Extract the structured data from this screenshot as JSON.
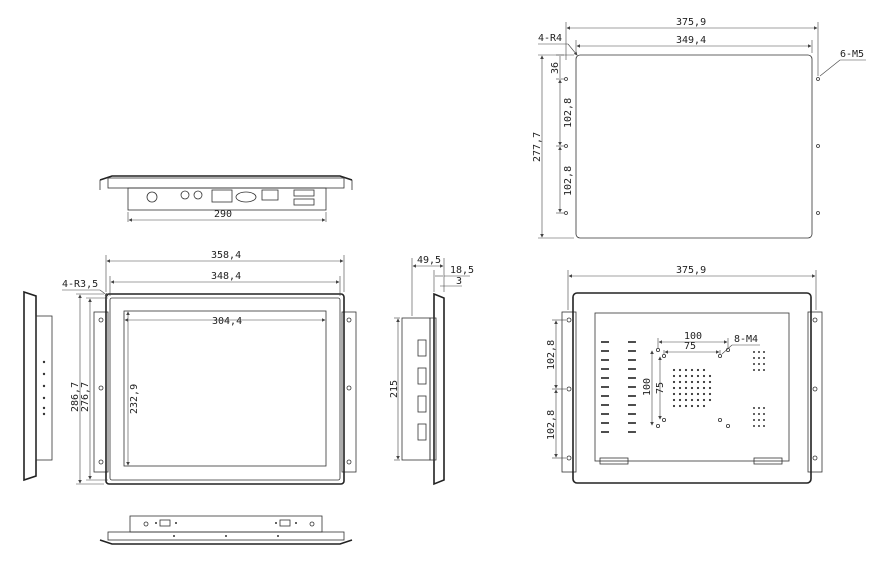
{
  "top_view": {
    "width_label": "290"
  },
  "front_view": {
    "outer_width": "358,4",
    "bezel_width": "348,4",
    "corner_radius": "4-R3,5",
    "screen_width": "304,4",
    "outer_height": "286,7",
    "bezel_height": "276,7",
    "screen_height": "232,9"
  },
  "side_view": {
    "depth": "49,5",
    "bezel_depth": "18,5",
    "lip": "3",
    "bracket_height": "215"
  },
  "cutout_view": {
    "outer_width": "375,9",
    "inner_width": "349,4",
    "corner_radius": "4-R4",
    "hole_spec": "6-M5",
    "offset": "36",
    "pitch_upper": "102,8",
    "pitch_lower": "102,8",
    "height": "277,7"
  },
  "back_view": {
    "width": "375,9",
    "vesa_outer": "100",
    "vesa_inner": "75",
    "vesa_outer_v": "100",
    "vesa_inner_v": "75",
    "vesa_holes": "8-M4",
    "pitch_upper": "102,8",
    "pitch_lower": "102,8"
  }
}
